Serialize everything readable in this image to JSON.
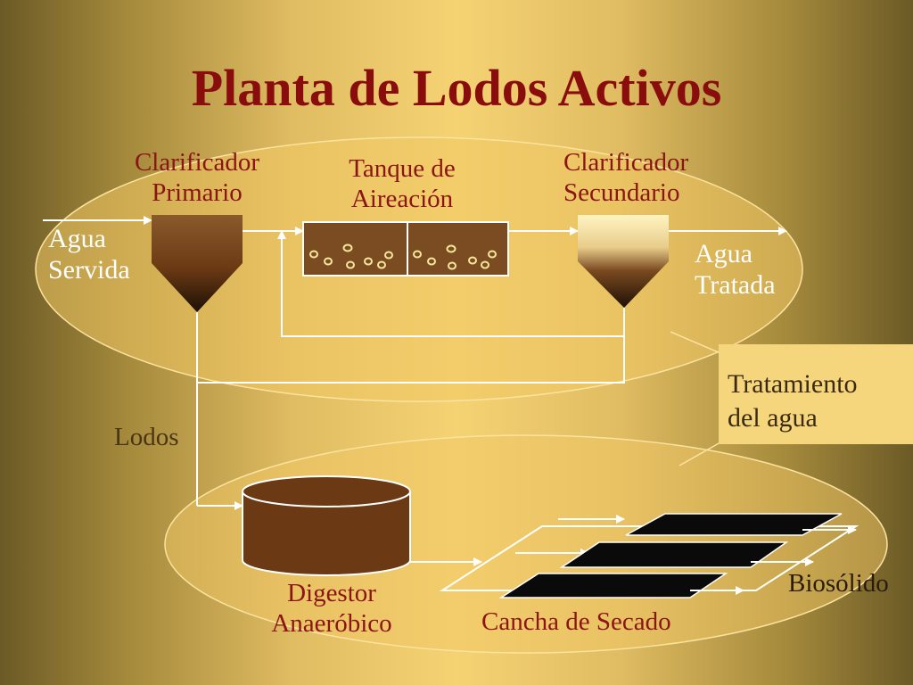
{
  "slide": {
    "title": "Planta de Lodos Activos"
  },
  "labels": {
    "clarificador_primario": [
      "Clarificador",
      "Primario"
    ],
    "tanque_aireacion": [
      "Tanque de",
      "Aireación"
    ],
    "clarificador_secundario": [
      "Clarificador",
      "Secundario"
    ],
    "agua_servida": [
      "Agua",
      "Servida"
    ],
    "agua_tratada": [
      "Agua",
      "Tratada"
    ],
    "tratamiento": [
      "Tratamiento",
      "del agua"
    ],
    "lodos": "Lodos",
    "digestor": [
      "Digestor",
      "Anaeróbico"
    ],
    "cancha": "Cancha de Secado",
    "biosolido": "Biosólido"
  },
  "colors": {
    "title": "#8a0d0d",
    "label_red": "#8b1414",
    "label_white": "#ffffff",
    "tank_brown": "#6b3a14",
    "ellipse_fill": "#f2c865",
    "callout_fill": "#f6d67d",
    "drying_bed": "#0a0a0a"
  }
}
